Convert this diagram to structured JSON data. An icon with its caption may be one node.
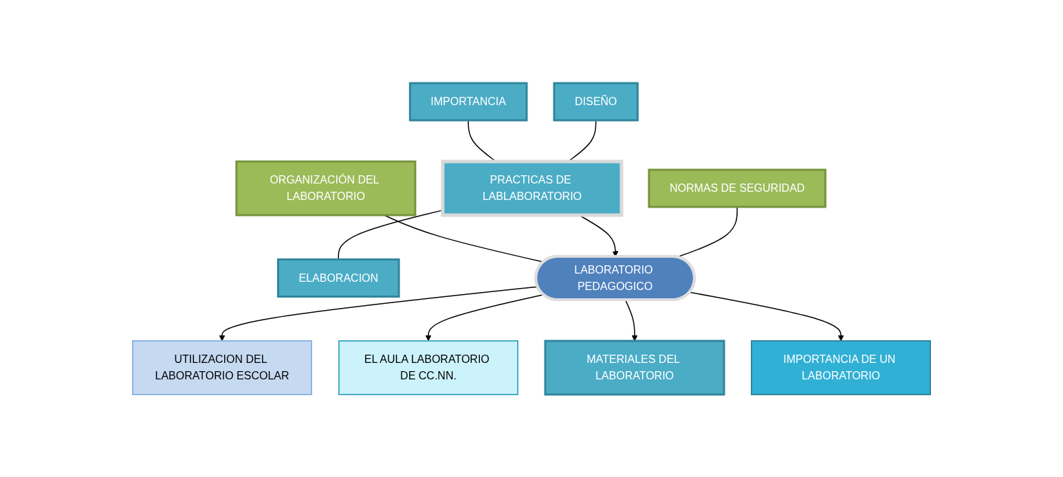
{
  "diagram": {
    "nodes": [
      {
        "text": [
          "ORGANIZACIÓN DEL LABORATORIO"
        ]
      },
      {
        "text": [
          "IMPORTANCIA"
        ]
      },
      {
        "text": [
          "DISEÑO"
        ]
      },
      {
        "text": [
          "PRACTICAS DE LABLABORATORIO"
        ]
      },
      {
        "text": [
          "ELABORACION"
        ]
      },
      {
        "text": [
          "NORMAS DE SEGURIDAD"
        ]
      },
      {
        "text": [
          "LABORATORIO PEDAGOGICO"
        ]
      },
      {
        "text": [
          "UTILIZACION DEL LABORATORIO ESCOLAR"
        ]
      },
      {
        "text": [
          "EL AULA LABORATORIO DE CC.NN."
        ]
      },
      {
        "text": [
          "MATERIALES DEL LABORATORIO"
        ]
      },
      {
        "text": [
          "IMPORTANCIA DE UN LABORATORIO"
        ]
      }
    ],
    "edges": [
      {
        "from": 0,
        "to": 6,
        "arrow": "none"
      },
      {
        "from": 1,
        "to": 3,
        "arrow": "none"
      },
      {
        "from": 2,
        "to": 3,
        "arrow": "none"
      },
      {
        "from": 3,
        "to": 4,
        "arrow": "none"
      },
      {
        "from": 3,
        "to": 6,
        "arrow": "to"
      },
      {
        "from": 5,
        "to": 6,
        "arrow": "none"
      },
      {
        "from": 6,
        "to": 7,
        "arrow": "to"
      },
      {
        "from": 6,
        "to": 8,
        "arrow": "to"
      },
      {
        "from": 6,
        "to": 9,
        "arrow": "to"
      },
      {
        "from": 6,
        "to": 10,
        "arrow": "to"
      }
    ]
  }
}
